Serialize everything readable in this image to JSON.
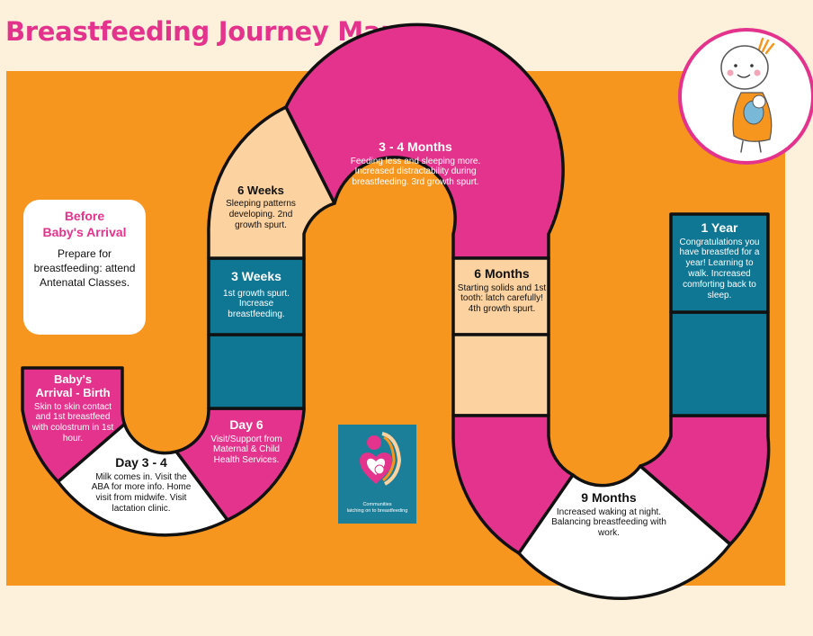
{
  "title": "Breastfeeding Journey Map",
  "colors": {
    "pink": "#e4338c",
    "teal": "#0f7693",
    "peach": "#fcd2a0",
    "orange": "#f6961e",
    "white": "#ffffff"
  },
  "before": {
    "title_line1": "Before",
    "title_line2": "Baby's Arrival",
    "body": "Prepare for breastfeeding: attend Antenatal Classes."
  },
  "stages": {
    "birth": {
      "title_line1": "Baby's",
      "title_line2": "Arrival - Birth",
      "body": "Skin to skin contact and 1st breastfeed with colostrum in 1st hour."
    },
    "day3_4": {
      "title": "Day 3 - 4",
      "body": "Milk comes in. Visit the ABA for more info. Home visit from midwife. Visit lactation clinic."
    },
    "day6": {
      "title": "Day 6",
      "body": "Visit/Support from Maternal & Child Health Services."
    },
    "week3": {
      "title": "3 Weeks",
      "body": "1st growth spurt. Increase breastfeeding."
    },
    "week6": {
      "title": "6 Weeks",
      "body": "Sleeping patterns developing. 2nd growth spurt."
    },
    "month3_4": {
      "title": "3 - 4 Months",
      "body": "Feeding less and sleeping more. Increased distractability during breastfeeding. 3rd growth spurt."
    },
    "month6": {
      "title": "6 Months",
      "body": "Starting solids and 1st tooth: latch carefully! 4th growth spurt."
    },
    "month9": {
      "title": "9 Months",
      "body": "Increased waking at night. Balancing breastfeeding with work."
    },
    "year1": {
      "title": "1 Year",
      "body": "Congratulations you have breastfed for a year! Learning to walk. Increased comforting back to sleep."
    }
  },
  "logo": {
    "caption_line1": "Communities",
    "caption_line2": "latching on to breastfeeding"
  }
}
